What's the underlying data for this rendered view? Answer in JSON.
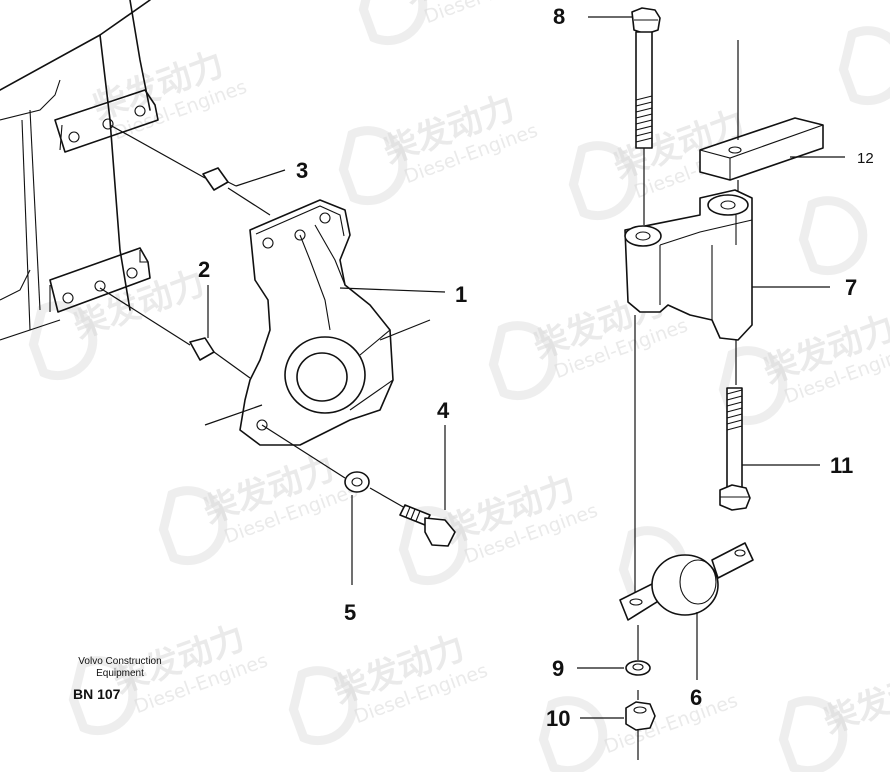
{
  "callouts": [
    {
      "id": "1",
      "label": "1"
    },
    {
      "id": "2",
      "label": "2"
    },
    {
      "id": "3",
      "label": "3"
    },
    {
      "id": "4",
      "label": "4"
    },
    {
      "id": "5",
      "label": "5"
    },
    {
      "id": "6",
      "label": "6"
    },
    {
      "id": "7",
      "label": "7"
    },
    {
      "id": "8",
      "label": "8"
    },
    {
      "id": "9",
      "label": "9"
    },
    {
      "id": "10",
      "label": "10"
    },
    {
      "id": "11",
      "label": "11"
    },
    {
      "id": "12",
      "label": "12"
    }
  ],
  "footer": {
    "manufacturer_line1": "Volvo Construction",
    "manufacturer_line2": "Equipment",
    "drawing_code": "BN 107"
  },
  "watermark": {
    "chinese": "柴发动力",
    "english": "Diesel-Engines"
  }
}
